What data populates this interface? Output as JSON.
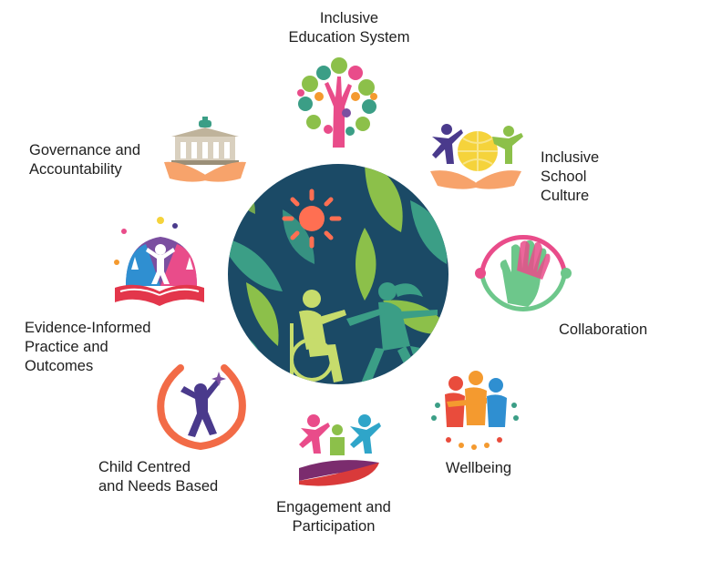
{
  "labels": {
    "inclusive_education_system": [
      "Inclusive",
      "Education System"
    ],
    "inclusive_school_culture": [
      "Inclusive",
      "School",
      "Culture"
    ],
    "collaboration": [
      "Collaboration"
    ],
    "wellbeing": [
      "Wellbeing"
    ],
    "engagement_participation": [
      "Engagement and",
      "Participation"
    ],
    "child_centred": [
      "Child Centred",
      "and Needs Based"
    ],
    "evidence_informed": [
      "Evidence-Informed",
      "Practice and",
      "Outcomes"
    ],
    "governance": [
      "Governance and",
      "Accountability"
    ]
  },
  "icons": {
    "center": "inclusive-community-circle-icon",
    "inclusive_education_system": "hand-tree-icon",
    "inclusive_school_culture": "hands-holding-globe-icon",
    "collaboration": "stacked-hands-icon",
    "wellbeing": "people-hugging-icon",
    "engagement_participation": "people-jumping-icon",
    "child_centred": "child-in-hands-icon",
    "evidence_informed": "open-book-children-icon",
    "governance": "hand-holding-building-icon"
  },
  "colors": {
    "center_bg": "#1b4a66",
    "leaf_green": "#8cc04a",
    "teal": "#3b9e86",
    "sun": "#ff6f52",
    "lime": "#c7dc6c",
    "text": "#1f1f1f"
  }
}
